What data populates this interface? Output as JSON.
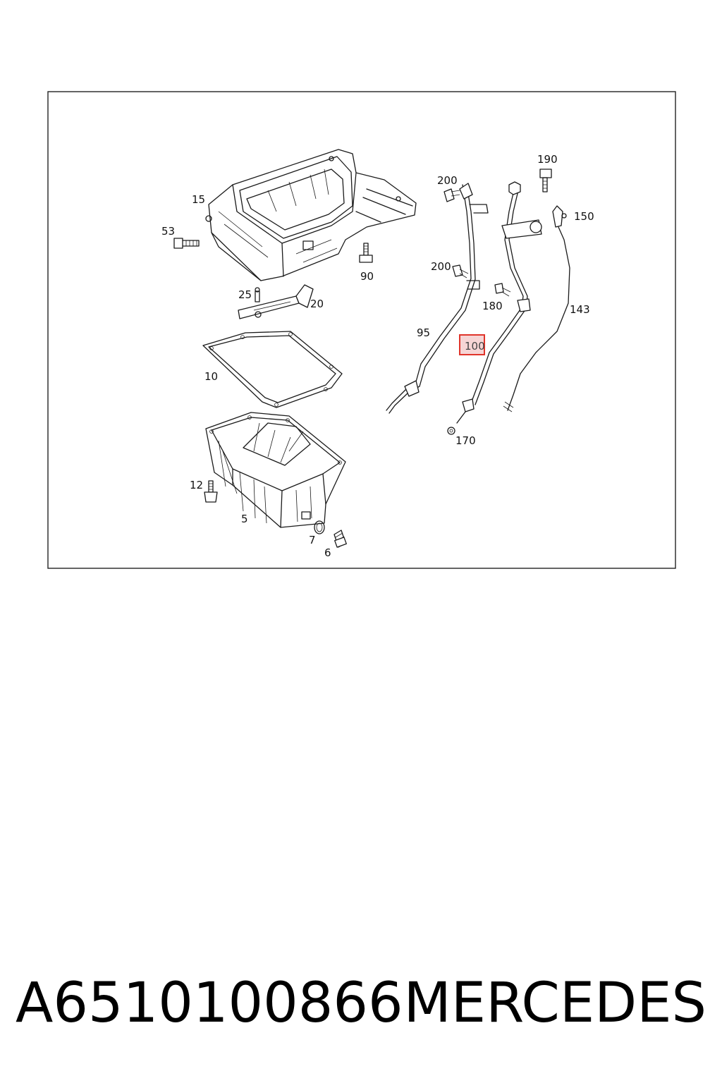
{
  "diagram": {
    "callouts": {
      "c15": "15",
      "c53": "53",
      "c90": "90",
      "c25": "25",
      "c20": "20",
      "c10": "10",
      "c12": "12",
      "c5": "5",
      "c7": "7",
      "c6": "6",
      "c200a": "200",
      "c200b": "200",
      "c95": "95",
      "c100": "100",
      "c170": "170",
      "c190": "190",
      "c150": "150",
      "c180": "180",
      "c143": "143"
    },
    "highlight_color": "#e0352b",
    "highlight_fill": "#f6d5d5"
  },
  "caption": {
    "part_number": "A6510100866",
    "brand": "MERCEDES"
  }
}
